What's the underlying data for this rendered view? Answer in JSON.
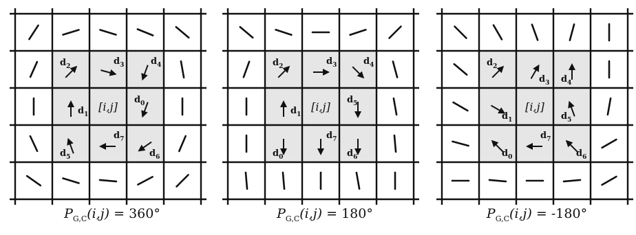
{
  "panels": [
    {
      "caption": {
        "symbol": "P",
        "subscript": "G,C",
        "args": "(i,j)",
        "value": "= 360°"
      },
      "center_label": "[i,j]",
      "grid": [
        [
          57,
          17,
          -17,
          -22,
          -40
        ],
        [
          66,
          null,
          null,
          null,
          100
        ],
        [
          90,
          null,
          null,
          null,
          90
        ],
        [
          115,
          null,
          null,
          null,
          67
        ],
        [
          -35,
          -17,
          -5,
          28,
          45
        ]
      ],
      "d_labels": [
        {
          "text": "d",
          "sub": "2",
          "cell": [
            1,
            1
          ],
          "arrow": -45,
          "pos": "tl"
        },
        {
          "text": "d",
          "sub": "3",
          "cell": [
            1,
            2
          ],
          "arrow": 15,
          "pos": "tr"
        },
        {
          "text": "d",
          "sub": "4",
          "cell": [
            1,
            3
          ],
          "arrow": 110,
          "pos": "tr"
        },
        {
          "text": "d",
          "sub": "1",
          "cell": [
            2,
            1
          ],
          "arrow": -90,
          "pos": "r"
        },
        {
          "text": "d",
          "sub": "0",
          "cell": [
            2,
            3
          ],
          "arrow": 110,
          "pos": "tl"
        },
        {
          "text": "d",
          "sub": "5",
          "cell": [
            3,
            1
          ],
          "arrow": -110,
          "pos": "bl"
        },
        {
          "text": "d",
          "sub": "7",
          "cell": [
            3,
            2
          ],
          "arrow": 180,
          "pos": "tr"
        },
        {
          "text": "d",
          "sub": "6",
          "cell": [
            3,
            3
          ],
          "arrow": 145,
          "pos": "br"
        }
      ]
    },
    {
      "caption": {
        "symbol": "P",
        "subscript": "G,C",
        "args": "(i,j)",
        "value": "= 180°"
      },
      "center_label": "[i,j]",
      "grid": [
        [
          -40,
          -18,
          0,
          18,
          45
        ],
        [
          70,
          null,
          null,
          null,
          105
        ],
        [
          90,
          null,
          null,
          null,
          100
        ],
        [
          90,
          null,
          null,
          null,
          95
        ],
        [
          95,
          95,
          90,
          100,
          90
        ]
      ],
      "d_labels": [
        {
          "text": "d",
          "sub": "2",
          "cell": [
            1,
            1
          ],
          "arrow": -45,
          "pos": "tl"
        },
        {
          "text": "d",
          "sub": "3",
          "cell": [
            1,
            2
          ],
          "arrow": 0,
          "pos": "tr"
        },
        {
          "text": "d",
          "sub": "4",
          "cell": [
            1,
            3
          ],
          "arrow": 45,
          "pos": "tr"
        },
        {
          "text": "d",
          "sub": "1",
          "cell": [
            2,
            1
          ],
          "arrow": -90,
          "pos": "r"
        },
        {
          "text": "d",
          "sub": "5",
          "cell": [
            2,
            3
          ],
          "arrow": 90,
          "pos": "tl"
        },
        {
          "text": "d",
          "sub": "0",
          "cell": [
            3,
            1
          ],
          "arrow": 90,
          "pos": "bl"
        },
        {
          "text": "d",
          "sub": "7",
          "cell": [
            3,
            2
          ],
          "arrow": 90,
          "pos": "tr"
        },
        {
          "text": "d",
          "sub": "6",
          "cell": [
            3,
            3
          ],
          "arrow": 90,
          "pos": "bl"
        }
      ]
    },
    {
      "caption": {
        "symbol": "P",
        "subscript": "G,C",
        "args": "(i,j)",
        "value": "= -180°"
      },
      "center_label": "[i,j]",
      "grid": [
        [
          -45,
          -60,
          -70,
          75,
          90
        ],
        [
          -40,
          null,
          null,
          null,
          90
        ],
        [
          -30,
          null,
          null,
          null,
          80
        ],
        [
          -15,
          null,
          null,
          null,
          30
        ],
        [
          0,
          -5,
          0,
          5,
          30
        ]
      ],
      "d_labels": [
        {
          "text": "d",
          "sub": "2",
          "cell": [
            1,
            1
          ],
          "arrow": -45,
          "pos": "tl"
        },
        {
          "text": "d",
          "sub": "3",
          "cell": [
            1,
            2
          ],
          "arrow": -60,
          "pos": "br"
        },
        {
          "text": "d",
          "sub": "4",
          "cell": [
            1,
            3
          ],
          "arrow": -90,
          "pos": "bl"
        },
        {
          "text": "d",
          "sub": "1",
          "cell": [
            2,
            1
          ],
          "arrow": 30,
          "pos": "br"
        },
        {
          "text": "d",
          "sub": "5",
          "cell": [
            2,
            3
          ],
          "arrow": -110,
          "pos": "bl"
        },
        {
          "text": "d",
          "sub": "0",
          "cell": [
            3,
            1
          ],
          "arrow": -135,
          "pos": "br"
        },
        {
          "text": "d",
          "sub": "7",
          "cell": [
            3,
            2
          ],
          "arrow": 180,
          "pos": "tr"
        },
        {
          "text": "d",
          "sub": "6",
          "cell": [
            3,
            3
          ],
          "arrow": -135,
          "pos": "br"
        }
      ]
    }
  ]
}
